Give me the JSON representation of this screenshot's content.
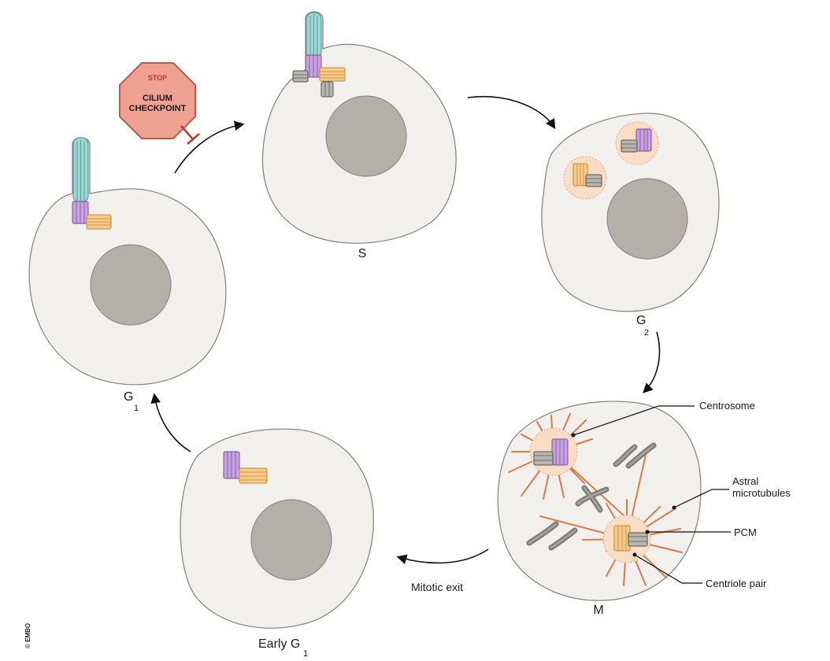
{
  "stages": {
    "s": "S",
    "g2_main": "G",
    "g2_sub": "2",
    "m": "M",
    "early_g1_main": "Early G",
    "early_g1_sub": "1",
    "g1_main": "G",
    "g1_sub": "1"
  },
  "stop_sign": {
    "stop": "STOP",
    "line1": "CILIUM",
    "line2": "CHECKPOINT"
  },
  "transitions": {
    "mitotic_exit": "Mitotic exit"
  },
  "callouts": {
    "centrosome": "Centrosome",
    "astral_line1": "Astral",
    "astral_line2": "microtubules",
    "pcm": "PCM",
    "centriole_pair": "Centriole pair"
  },
  "copyright": "© EMBO",
  "colors": {
    "cilium": "#9fd6d4",
    "mother_centriole": "#c8a2e0",
    "daughter_centriole": "#f6c98c",
    "procentriole": "#b8b6b0",
    "microtubules": "#de7a48",
    "stop_sign": "#f0a292"
  }
}
